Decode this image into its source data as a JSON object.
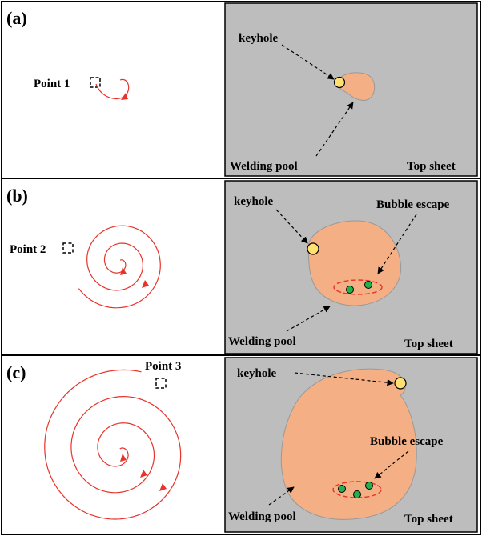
{
  "panels": [
    {
      "label": "(a)",
      "point_label": "Point 1",
      "keyhole_label": "keyhole",
      "pool_label": "Welding pool",
      "sheet_label": "Top sheet"
    },
    {
      "label": "(b)",
      "point_label": "Point 2",
      "keyhole_label": "keyhole",
      "bubble_label": "Bubble escape",
      "pool_label": "Welding pool",
      "sheet_label": "Top sheet"
    },
    {
      "label": "(c)",
      "point_label": "Point 3",
      "keyhole_label": "keyhole",
      "bubble_label": "Bubble escape",
      "pool_label": "Welding pool",
      "sheet_label": "Top sheet"
    }
  ],
  "colors": {
    "spiral": "#e8322a",
    "sheet": "#bdbdbd",
    "pool": "#f4b084",
    "keyhole": "#ffe070",
    "bubble": "#22b14c",
    "ellipse": "#e8322a"
  }
}
